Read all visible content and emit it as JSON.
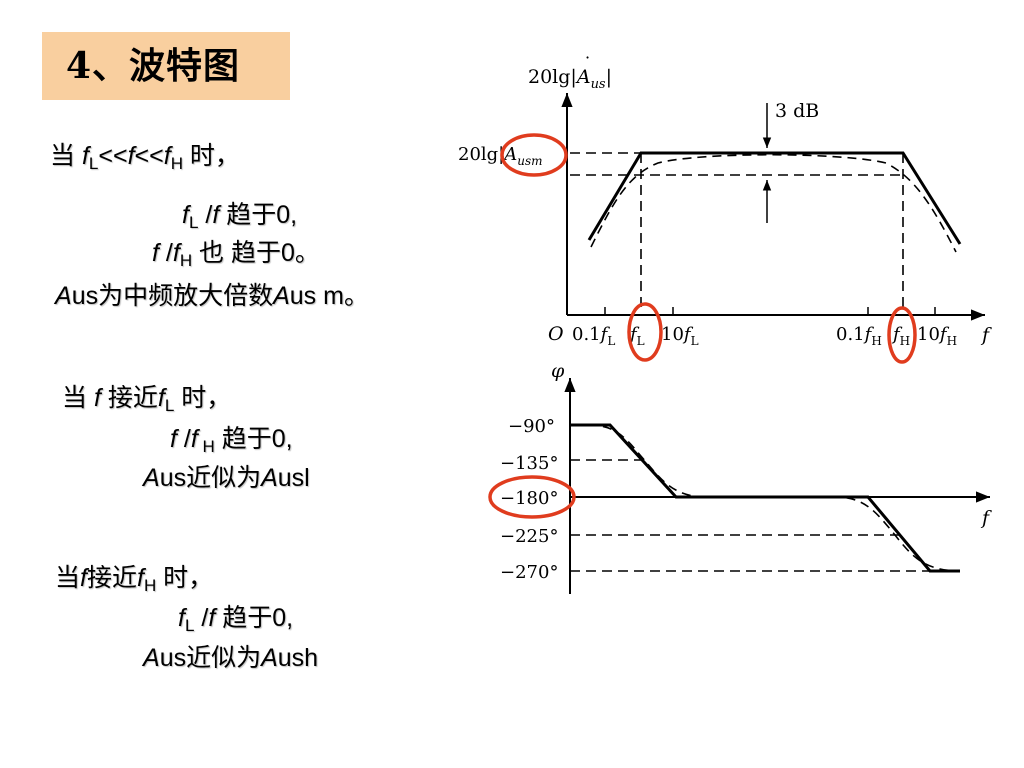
{
  "slide": {
    "title": "4、波特图",
    "c1": {
      "l1": {
        "a": "当 ",
        "f1": "f",
        "s1": "L",
        "op1": "<<",
        "f2": "f",
        "op2": "<<",
        "f3": "f",
        "s3": "H",
        "tail": " 时，"
      },
      "l2": {
        "f": "f",
        "s": "L",
        "rest": " /",
        "f2": "f",
        "tail": "  趋于0,"
      },
      "l3": {
        "f": "f",
        "mid": " /",
        "f2": "f",
        "s": "H",
        "tail": " 也 趋于0。"
      },
      "l4": {
        "a": "A",
        "b": "us为中频放大倍数",
        "c": "A",
        "d": "us m。"
      }
    },
    "c2": {
      "l1": {
        "a": "当 ",
        "f": "f",
        "b": " 接近",
        "f2": "f",
        "s": "L",
        "tail": " 时，"
      },
      "l2": {
        "f": "f",
        "mid": " /",
        "f2": "f",
        "s": " H",
        "tail": " 趋于0,"
      },
      "l3": {
        "a": "A",
        "b": "us近似为",
        "c": "A",
        "d": "usl"
      }
    },
    "c3": {
      "l1": {
        "a": "当",
        "f": "f",
        "b": "接近",
        "f2": "f",
        "s": "H",
        "tail": " 时，"
      },
      "l2": {
        "f": "f",
        "s": "L",
        "rest": " /",
        "f2": "f",
        "tail": "  趋于0,"
      },
      "l3": {
        "a": "A",
        "b": "us近似为",
        "c": "A",
        "d": "ush"
      }
    }
  },
  "chart_data": [
    {
      "type": "line",
      "axis_labels": {
        "y_base": "20lg|",
        "y_A": "A",
        "y_sub": "us",
        "y_end": "|",
        "x": "f",
        "origin": "O"
      },
      "db_note": "3 dB",
      "level_label": {
        "base": "20lg|",
        "A": "A",
        "sub": "usm"
      },
      "x_ticks": [
        {
          "base": "0.1",
          "f": "f",
          "sub": "L"
        },
        {
          "base": "",
          "f": "f",
          "sub": "L"
        },
        {
          "base": "10",
          "f": "f",
          "sub": "L"
        },
        {
          "base": "0.1",
          "f": "f",
          "sub": "H"
        },
        {
          "base": "",
          "f": "f",
          "sub": "H"
        },
        {
          "base": "10",
          "f": "f",
          "sub": "H"
        }
      ],
      "highlight_color": "#e03c1e"
    },
    {
      "type": "line",
      "axis_labels": {
        "y": "φ",
        "x": "f"
      },
      "y_ticks": [
        "−90°",
        "−135°",
        "−180°",
        "−225°",
        "−270°"
      ],
      "highlight_color": "#e03c1e"
    }
  ]
}
